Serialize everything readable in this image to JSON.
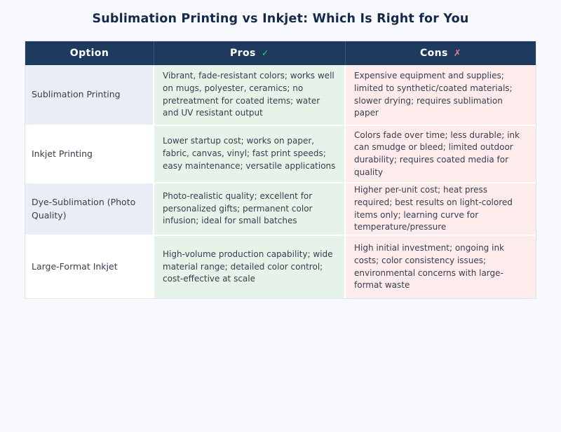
{
  "title": "Sublimation Printing vs Inkjet: Which Is Right for You",
  "table": {
    "headers": [
      {
        "label": "Option"
      },
      {
        "label": "Pros",
        "icon": "✓"
      },
      {
        "label": "Cons",
        "icon": "✗"
      }
    ],
    "rows": [
      {
        "option": "Sublimation Printing",
        "pros": "Vibrant, fade-resistant colors; works well on mugs, polyester, ceramics; no pretreatment for coated items; water and UV resistant output",
        "cons": "Expensive equipment and supplies; limited to synthetic/coated materials; slower drying; requires sublimation paper"
      },
      {
        "option": "Inkjet Printing",
        "pros": "Lower startup cost; works on paper, fabric, canvas, vinyl; fast print speeds; easy maintenance; versatile applications",
        "cons": "Colors fade over time; less durable; ink can smudge or bleed; limited outdoor durability; requires coated media for quality"
      },
      {
        "option": "Dye-Sublimation (Photo Quality)",
        "pros": "Photo-realistic quality; excellent for personalized gifts; permanent color infusion; ideal for small batches",
        "cons": "Higher per-unit cost; heat press required; best results on light-colored items only; learning curve for temperature/pressure"
      },
      {
        "option": "Large-Format Inkjet",
        "pros": "High-volume production capability; wide material range; detailed color control; cost-effective at scale",
        "cons": "High initial investment; ongoing ink costs; color consistency issues; environmental concerns with large-format waste"
      }
    ]
  },
  "colors": {
    "header_bg": "#1e3a5e",
    "title_color": "#16294b",
    "pros_bg": "#e5f3e8",
    "cons_bg": "#fdeceb",
    "option_alt_bg": "#e9edf6",
    "check_green": "#2ecc71",
    "cross_red": "#e8808d",
    "page_bg": "#f8f9fc"
  }
}
